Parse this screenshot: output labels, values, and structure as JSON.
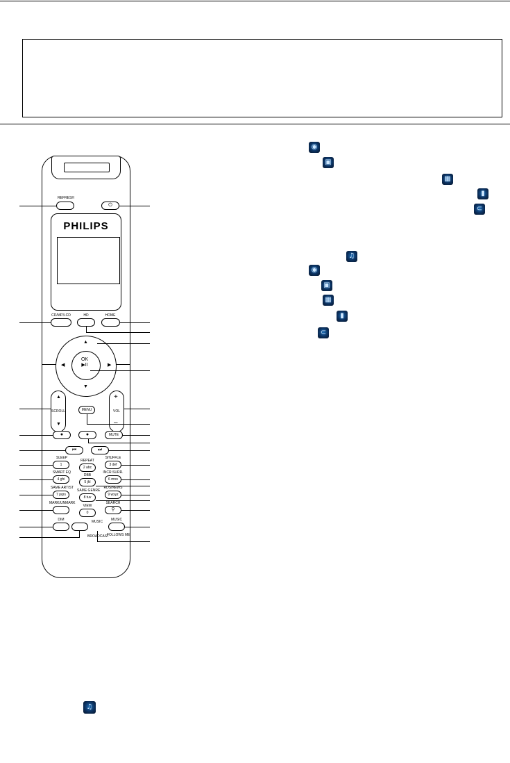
{
  "remote": {
    "brand": "PHILIPS",
    "buttons": {
      "refresh": "REFRESH",
      "power_symbol": "⏻",
      "cd_mp3": "CD/MP3-CD",
      "hd": "HD",
      "home": "HOME",
      "ok": "OK",
      "play_pause": "▶II",
      "scroll": "SCROLL",
      "vol": "VOL",
      "vol_plus": "+",
      "vol_minus": "–",
      "menu": "MENU",
      "mute": "MUTE",
      "sleep": "SLEEP",
      "sleep_key": "1",
      "repeat": "REPEAT",
      "repeat_key": "2 abc",
      "shuffle": "SHUFFLE",
      "shuffle_key": "3 def",
      "smart_eq": "SMART EQ",
      "smart_eq_key": "4 ghi",
      "dbb": "DBB",
      "dbb_key": "5 jkl",
      "incr_surr": "INCR.SURR.",
      "incr_surr_key": "6 mno",
      "same_artist": "SAME ARTIST",
      "same_artist_key": "7 pqrs",
      "same_genre": "SAME GENRE",
      "same_genre_key": "8 tuv",
      "rds_news": "RDS/NEWS",
      "rds_news_key": "9 wxyz",
      "mark_unmark": "MARK/UNMARK",
      "view": "VIEW",
      "view_key": "0",
      "search": "SEARCH",
      "dim": "DIM",
      "music_broadcast": "MUSIC",
      "broadcast": "BROADCAST",
      "music_follows_me": "MUSIC",
      "follows_me": "FOLLOWS ME"
    }
  },
  "icons": [
    {
      "name": "cd-icon",
      "glyph": "◉"
    },
    {
      "name": "radio-icon",
      "glyph": "▣"
    },
    {
      "name": "upnp-icon",
      "glyph": "▦"
    },
    {
      "name": "usb-icon",
      "glyph": "▮"
    },
    {
      "name": "aux-icon",
      "glyph": "⊂"
    },
    {
      "name": "music-note-icon",
      "glyph": "♫"
    }
  ],
  "colors": {
    "icon_bg": "#0b2f5c",
    "icon_fg": "#cfe8ff"
  }
}
